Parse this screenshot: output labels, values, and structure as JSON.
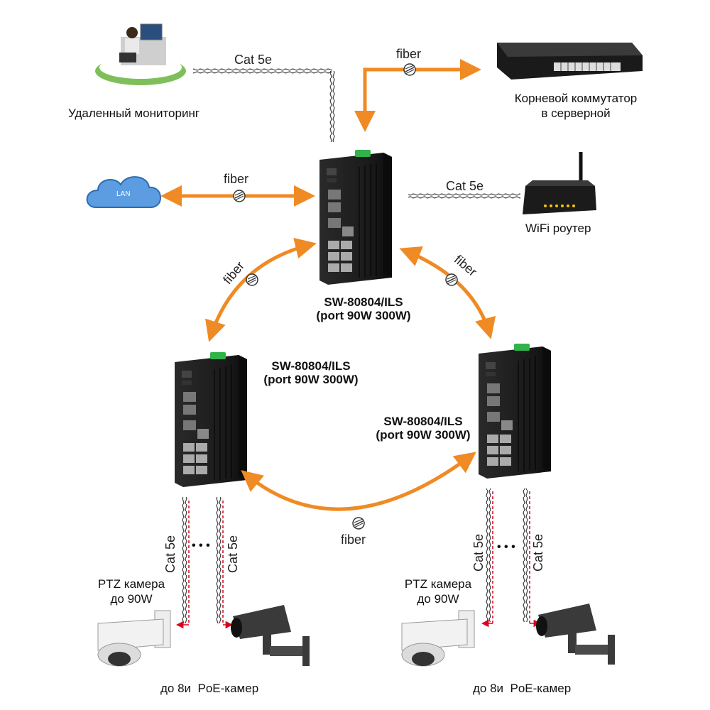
{
  "links": {
    "cat5e": "Cat 5e",
    "fiber": "fiber"
  },
  "devices": {
    "monitoring": "Удаленный мониторинг",
    "core_switch_line1": "Корневой коммутатор",
    "core_switch_line2": "в серверной",
    "lan": "LAN",
    "wifi_router": "WiFi роутер",
    "switch_model": "SW-80804/ILS",
    "switch_power": "(port 90W 300W)",
    "ptz_line1": "PTZ камера",
    "ptz_line2": "до 90W",
    "poe_cameras": "до 8и  PoE-камер",
    "ellipsis": "• • •"
  },
  "colors": {
    "fiber_arrow": "#f08a24",
    "device_body": "#1b1b1b",
    "terminal": "#2fb34a",
    "cloud": "#4a90d9",
    "cable": "#444444",
    "power_line": "#d9001b"
  }
}
